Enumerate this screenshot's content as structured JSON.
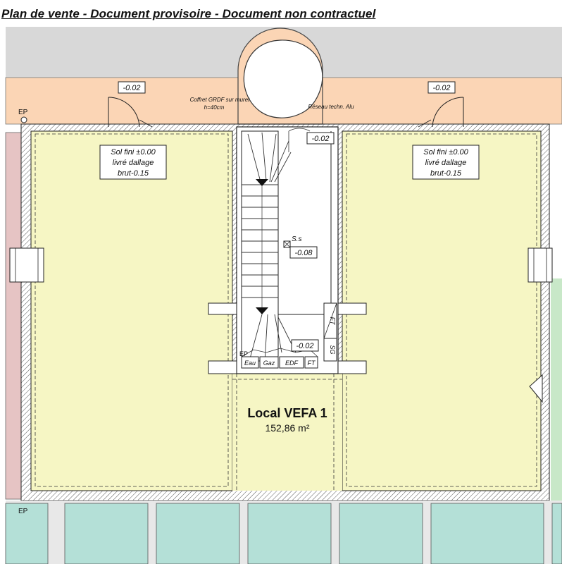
{
  "header": {
    "title": "Plan de vente - Document provisoire - Document non contractuel"
  },
  "plan": {
    "level_tags": {
      "left": "-0.02",
      "right": "-0.02",
      "stair_top": "-0.02",
      "stair_mid": "-0.08",
      "stair_bottom": "-0.02"
    },
    "gas_box": {
      "line1": "Coffret GRDF sur muret",
      "line2": "h=40cm"
    },
    "network_label": "Réseau techn. Alu",
    "floor_note_left": {
      "line1": "Sol fini ±0.00",
      "line2": "livré dallage",
      "line3": "brut-0.15"
    },
    "floor_note_right": {
      "line1": "Sol fini ±0.00",
      "line2": "livré dallage",
      "line3": "brut-0.15"
    },
    "ep_top": "EP",
    "ep_bottom": "EP",
    "ep_stair": "EP",
    "ss_label": "S.s",
    "meters": {
      "eau": "Eau",
      "gaz": "Gaz",
      "edf": "EDF",
      "ft": "FT"
    },
    "duct_labels": {
      "ft": "FT",
      "sg": "SG"
    },
    "room": {
      "name": "Local VEFA 1",
      "area": "152,86 m²"
    },
    "colors": {
      "exterior_zone": "#fbd5b5",
      "room_fill": "#f6f6c4",
      "bay_fill": "#b4e0d7",
      "left_neighbour": "#e6c4c4",
      "right_neighbour": "#c8e8c8",
      "top_band": "#d8d8d8",
      "stair_fill": "#ffffff"
    }
  }
}
